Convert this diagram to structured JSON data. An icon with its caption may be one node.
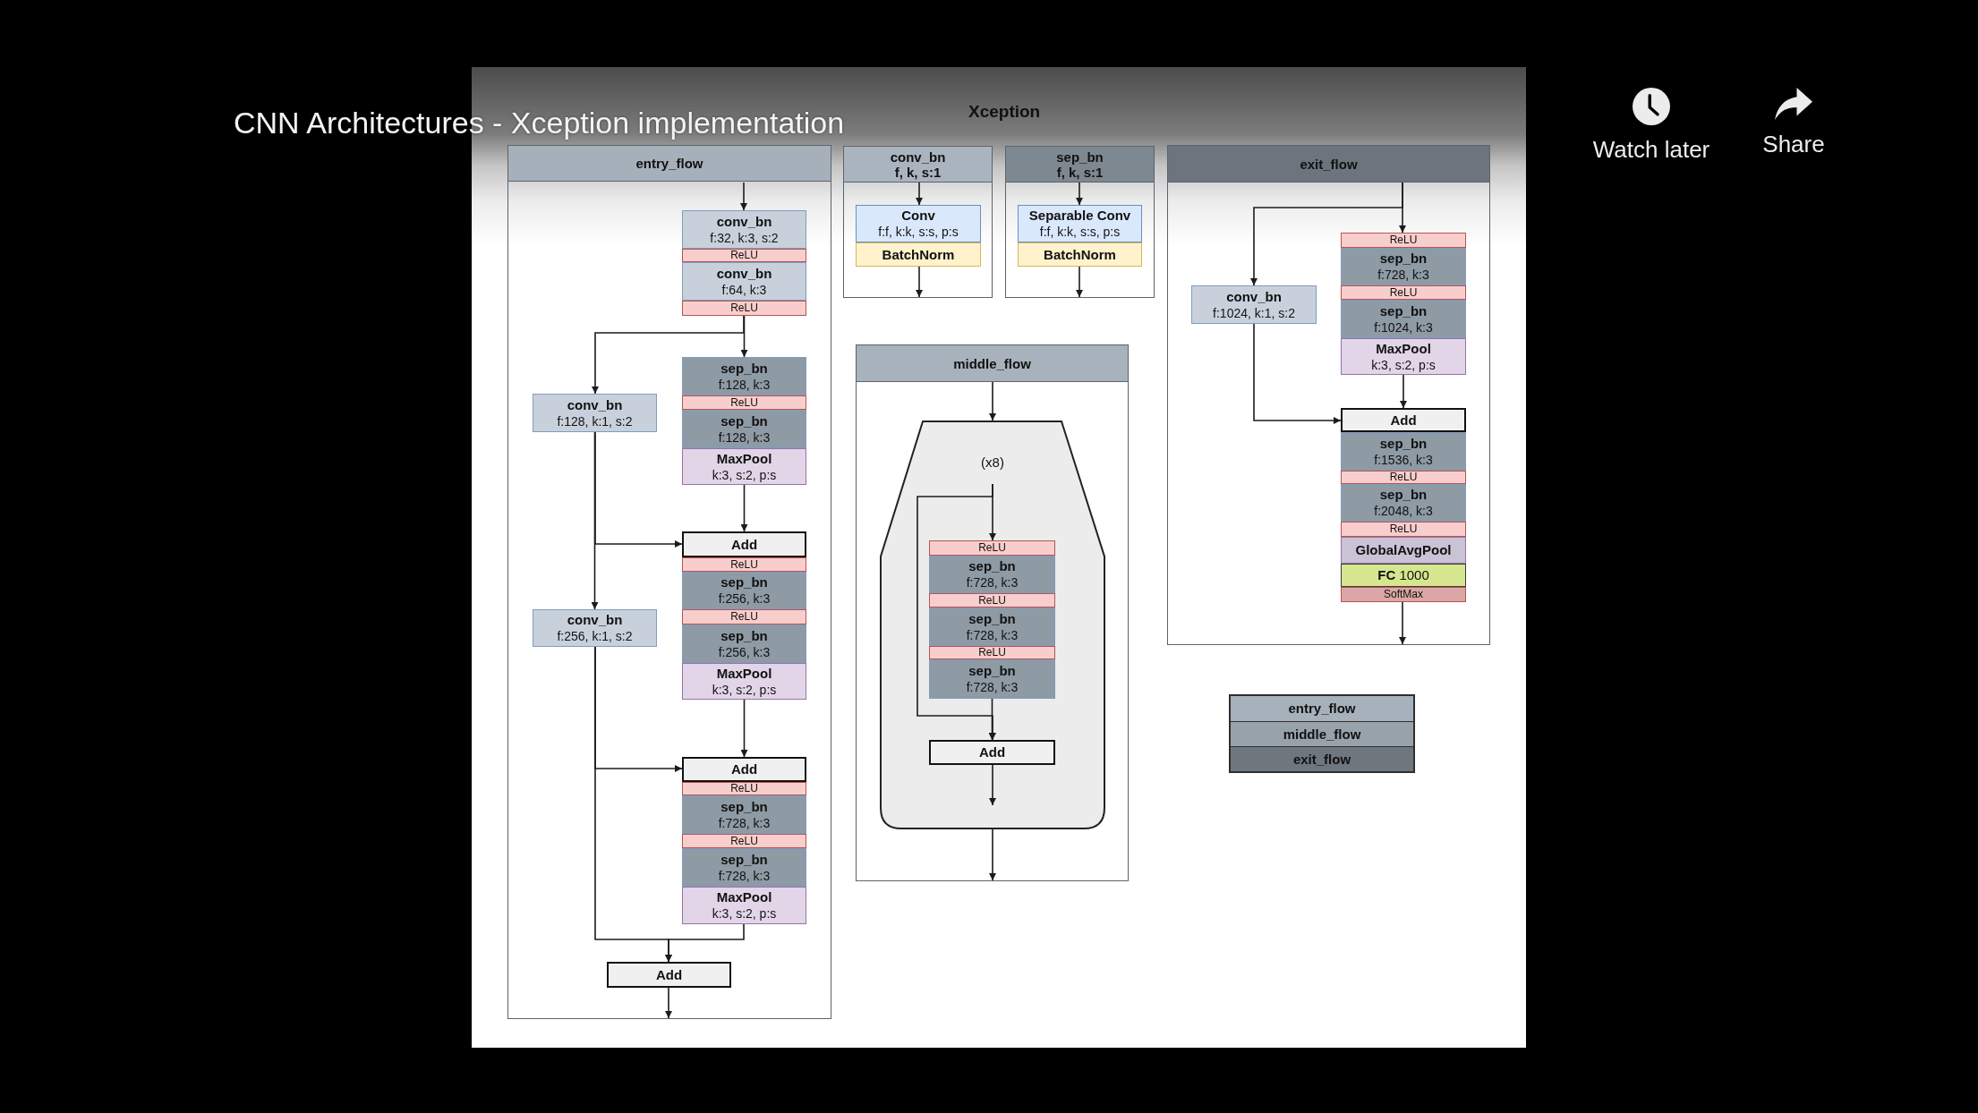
{
  "diagram": {
    "title": "CNN Architectures - Xception implementation",
    "nodes": [
      {
        "text": [
          "entry_flow"
        ]
      },
      {
        "text": [
          "conv_bn",
          "f:32, k:3, s:2"
        ],
        "in": 0
      },
      {
        "text": [
          "ReLU"
        ],
        "in": 0
      },
      {
        "text": [
          "conv_bn",
          "f:64, k:3"
        ],
        "in": 0
      },
      {
        "text": [
          "ReLU"
        ],
        "in": 0
      },
      {
        "text": [
          "conv_bn",
          "f:128, k:1, s:2"
        ],
        "in": 0
      },
      {
        "text": [
          "sep_bn",
          "f:128, k:3"
        ],
        "in": 0
      },
      {
        "text": [
          "ReLU"
        ],
        "in": 0
      },
      {
        "text": [
          "sep_bn",
          "f:128, k:3"
        ],
        "in": 0
      },
      {
        "text": [
          "MaxPool",
          "k:3, s:2, p:s"
        ],
        "in": 0
      },
      {
        "text": [
          "Add"
        ],
        "in": 0
      },
      {
        "text": [
          "ReLU"
        ],
        "in": 0
      },
      {
        "text": [
          "sep_bn",
          "f:256, k:3"
        ],
        "in": 0
      },
      {
        "text": [
          "conv_bn",
          "f:256, k:1, s:2"
        ],
        "in": 0
      },
      {
        "text": [
          "ReLU"
        ],
        "in": 0
      },
      {
        "text": [
          "sep_bn",
          "f:256, k:3"
        ],
        "in": 0
      },
      {
        "text": [
          "MaxPool",
          "k:3, s:2, p:s"
        ],
        "in": 0
      },
      {
        "text": [
          "Add"
        ],
        "in": 0
      },
      {
        "text": [
          "ReLU"
        ],
        "in": 0
      },
      {
        "text": [
          "sep_bn",
          "f:728, k:3"
        ],
        "in": 0
      },
      {
        "text": [
          "ReLU"
        ],
        "in": 0
      },
      {
        "text": [
          "sep_bn",
          "f:728, k:3"
        ],
        "in": 0
      },
      {
        "text": [
          "MaxPool",
          "k:3, s:2, p:s"
        ],
        "in": 0
      },
      {
        "text": [
          "Add"
        ],
        "in": 0
      },
      {
        "text": [
          "conv_bn",
          "f, k, s:1"
        ]
      },
      {
        "text": [
          "Conv",
          "f:f, k:k, s:s, p:s"
        ],
        "in": 24
      },
      {
        "text": [
          "BatchNorm"
        ],
        "in": 24
      },
      {
        "text": [
          "sep_bn",
          "f, k, s:1"
        ]
      },
      {
        "text": [
          "Separable Conv",
          "f:f, k:k, s:s, p:s"
        ],
        "in": 27
      },
      {
        "text": [
          "BatchNorm"
        ],
        "in": 27
      },
      {
        "text": [
          "exit_flow"
        ]
      },
      {
        "text": [
          "ReLU"
        ],
        "in": 30
      },
      {
        "text": [
          "sep_bn",
          "f:728, k:3"
        ],
        "in": 30
      },
      {
        "text": [
          "conv_bn",
          "f:1024, k:1, s:2"
        ],
        "in": 30
      },
      {
        "text": [
          "ReLU"
        ],
        "in": 30
      },
      {
        "text": [
          "sep_bn",
          "f:1024, k:3"
        ],
        "in": 30
      },
      {
        "text": [
          "MaxPool",
          "k:3, s:2, p:s"
        ],
        "in": 30
      },
      {
        "text": [
          "Add"
        ],
        "in": 30
      },
      {
        "text": [
          "sep_bn",
          "f:1536, k:3"
        ],
        "in": 30
      },
      {
        "text": [
          "ReLU"
        ],
        "in": 30
      },
      {
        "text": [
          "sep_bn",
          "f:2048, k:3"
        ],
        "in": 30
      },
      {
        "text": [
          "ReLU"
        ],
        "in": 30
      },
      {
        "text": [
          "GlobalAvgPool"
        ],
        "in": 30
      },
      {
        "text": [
          "**FC** 1000"
        ],
        "in": 30
      },
      {
        "text": [
          "SoftMax"
        ],
        "in": 30
      },
      {
        "text": [
          "middle_flow"
        ]
      },
      {
        "text": [
          "(x8)"
        ],
        "in": 45
      },
      {
        "text": [
          "ReLU"
        ],
        "in": 46
      },
      {
        "text": [
          "sep_bn",
          "f:728, k:3"
        ],
        "in": 46
      },
      {
        "text": [
          "ReLU"
        ],
        "in": 46
      },
      {
        "text": [
          "sep_bn",
          "f:728, k:3"
        ],
        "in": 46
      },
      {
        "text": [
          "ReLU"
        ],
        "in": 46
      },
      {
        "text": [
          "sep_bn",
          "f:728, k:3"
        ],
        "in": 46
      },
      {
        "text": [
          "Add"
        ],
        "in": 46
      }
    ],
    "edges": [
      {
        "from": null,
        "to": 1,
        "arrow": "to"
      },
      {
        "from": 4,
        "to": 5,
        "arrow": "to"
      },
      {
        "from": 4,
        "to": 6,
        "arrow": "to"
      },
      {
        "from": 9,
        "to": 10,
        "arrow": "to"
      },
      {
        "from": 5,
        "to": 10,
        "arrow": "to"
      },
      {
        "from": 5,
        "to": 13,
        "arrow": "to"
      },
      {
        "from": 16,
        "to": 17,
        "arrow": "to"
      },
      {
        "from": 13,
        "to": 17,
        "arrow": "to"
      },
      {
        "from": 13,
        "to": 23,
        "arrow": "to"
      },
      {
        "from": 22,
        "to": 23,
        "arrow": "to"
      },
      {
        "from": 23,
        "to": null,
        "arrow": "to"
      },
      {
        "from": null,
        "to": 25,
        "arrow": "to"
      },
      {
        "from": 26,
        "to": null,
        "arrow": "to"
      },
      {
        "from": null,
        "to": 28,
        "arrow": "to"
      },
      {
        "from": 29,
        "to": null,
        "arrow": "to"
      },
      {
        "from": null,
        "to": 31,
        "arrow": "to"
      },
      {
        "from": null,
        "to": 33,
        "arrow": "to"
      },
      {
        "from": 33,
        "to": 37,
        "arrow": "to"
      },
      {
        "from": 36,
        "to": 37,
        "arrow": "to"
      },
      {
        "from": 44,
        "to": null,
        "arrow": "to"
      },
      {
        "from": null,
        "to": 46,
        "arrow": "to"
      },
      {
        "from": 46,
        "to": null,
        "arrow": "to"
      },
      {
        "from": null,
        "to": 47,
        "arrow": "to"
      },
      {
        "from": null,
        "to": 53,
        "arrow": "to"
      },
      {
        "from": 52,
        "to": 53,
        "arrow": "to"
      },
      {
        "from": 53,
        "to": null,
        "arrow": "to"
      }
    ],
    "labels": [
      "Xception",
      "Watch later",
      "Share"
    ],
    "legend": [
      {
        "text": "entry_flow",
        "color": "#a7b1bb"
      },
      {
        "text": "middle_flow",
        "color": "#98a2ab"
      },
      {
        "text": "exit_flow",
        "color": "#6e767e"
      }
    ]
  }
}
